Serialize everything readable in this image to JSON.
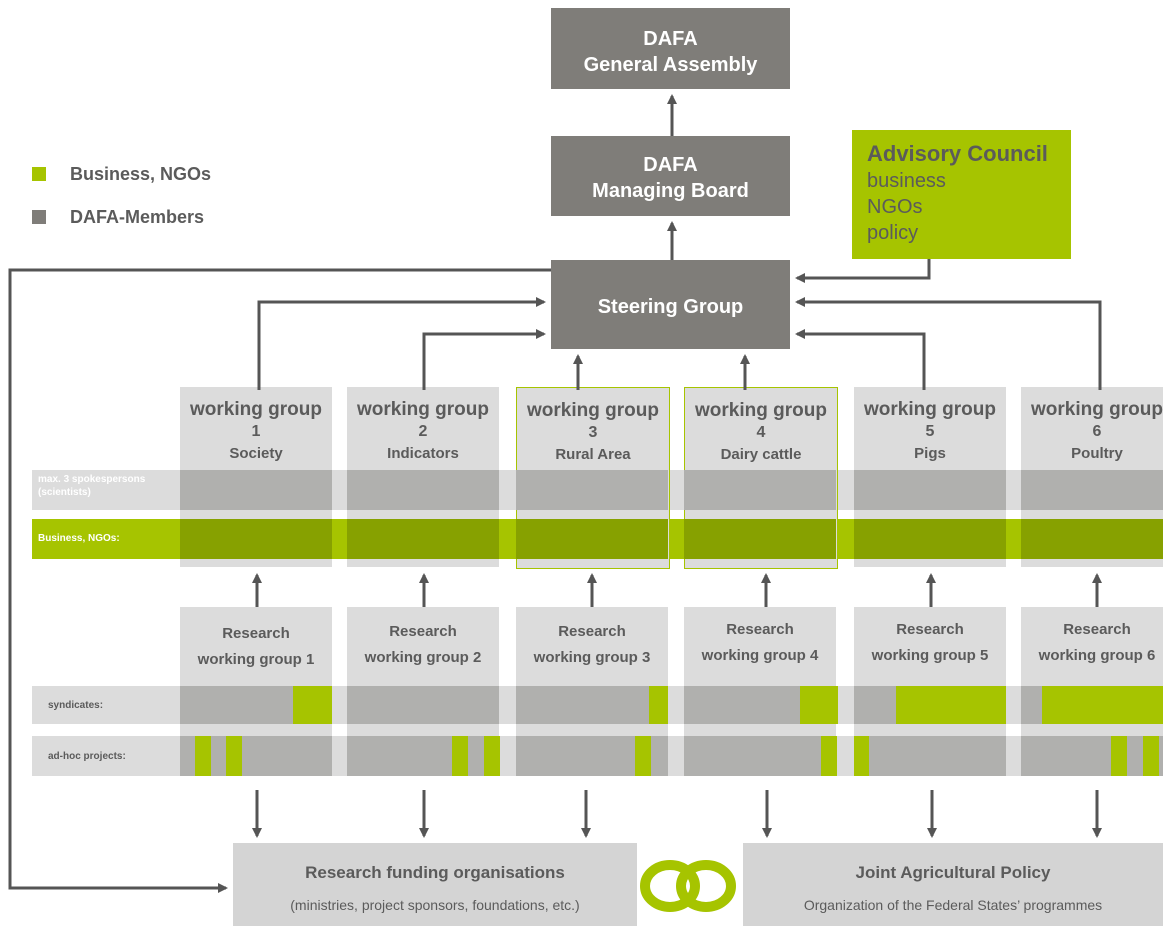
{
  "legend": [
    {
      "label": "Business, NGOs",
      "color": "#a6c400"
    },
    {
      "label": "DAFA-Members",
      "color": "#7f7d79"
    }
  ],
  "general_assembly": {
    "line1": "DAFA",
    "line2": "General Assembly"
  },
  "managing_board": {
    "line1": "DAFA",
    "line2": "Managing Board"
  },
  "advisory_council": {
    "title": "Advisory Council",
    "items": [
      "business",
      "NGOs",
      "policy"
    ]
  },
  "steering_group": "Steering Group",
  "bands": {
    "spokespersons": "max. 3 spokespersons (scientists)",
    "business": "Business, NGOs:",
    "syndicates": "syndicates:",
    "adhoc": "ad-hoc projects:"
  },
  "working_groups": [
    {
      "title": "working group",
      "number": "1",
      "subject": "Society"
    },
    {
      "title": "working group",
      "number": "2",
      "subject": "Indicators"
    },
    {
      "title": "working group",
      "number": "3",
      "subject": "Rural Area"
    },
    {
      "title": "working group",
      "number": "4",
      "subject": "Dairy cattle"
    },
    {
      "title": "working group",
      "number": "5",
      "subject": "Pigs"
    },
    {
      "title": "working group",
      "number": "6",
      "subject": "Poultry"
    }
  ],
  "research_groups": [
    {
      "line1": "Research",
      "line2": "working group 1"
    },
    {
      "line1": "Research",
      "line2": "working group 2"
    },
    {
      "line1": "Research",
      "line2": "working group 3"
    },
    {
      "line1": "Research",
      "line2": "working group 4"
    },
    {
      "line1": "Research",
      "line2": "working group 5"
    },
    {
      "line1": "Research",
      "line2": "working group 6"
    }
  ],
  "research_funding": {
    "title": "Research funding organisations",
    "subtitle": "(ministries, project sponsors, foundations, etc.)"
  },
  "joint_policy": {
    "title": "Joint Agricultural Policy",
    "subtitle": "Organization of the Federal States’ programmes"
  },
  "colors": {
    "green": "#a6c400",
    "dark_green": "#87a100",
    "dark_gray": "#7f7d79",
    "light_gray": "#dcdcdc",
    "mid_gray": "#b0b0ae",
    "arrow": "#555555"
  }
}
